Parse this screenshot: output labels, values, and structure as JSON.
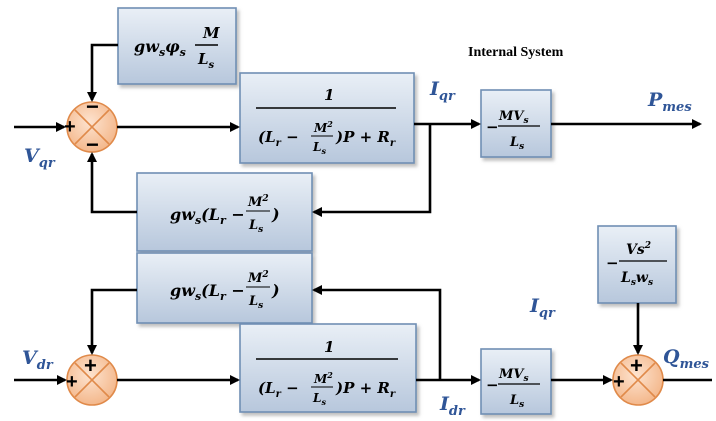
{
  "title": "Internal System",
  "inputs": {
    "vqr": "V",
    "vqr_sub": "qr",
    "vdr": "V",
    "vdr_sub": "dr"
  },
  "signals": {
    "iqr_top": "I",
    "iqr_top_sub": "qr",
    "iqr_mid": "I",
    "iqr_mid_sub": "qr",
    "idr": "I",
    "idr_sub": "dr",
    "pmes": "P",
    "pmes_sub": "mes",
    "qmes": "Q",
    "qmes_sub": "mes"
  },
  "blocks": {
    "gain_top": {
      "prefix": "gw",
      "s1": "s",
      "phi": "φ",
      "s2": "s",
      "num": "M",
      "den": "L",
      "den_sub": "s"
    },
    "cross1": {
      "prefix": "gw",
      "sub": "s",
      "paren": "(L",
      "paren_sub": "r",
      "minus": " −",
      "num": "M",
      "num_sup": "2",
      "den": "L",
      "den_sub": "s",
      "close": ")"
    },
    "cross2": {
      "prefix": "gw",
      "sub": "s",
      "paren": "(L",
      "paren_sub": "r",
      "minus": " −",
      "num": "M",
      "num_sup": "2",
      "den": "L",
      "den_sub": "s",
      "close": ")"
    },
    "tf_top": {
      "num": "1",
      "l": "(L",
      "l_sub": "r",
      "minus": " −",
      "fnum": "M",
      "fnum_sup": "2",
      "fden": "L",
      "fden_sub": "s",
      "tail": ")P + R",
      "tail_sub": "r"
    },
    "tf_bot": {
      "num": "1",
      "l": "(L",
      "l_sub": "r",
      "minus": " −",
      "fnum": "M",
      "fnum_sup": "2",
      "fden": "L",
      "fden_sub": "s",
      "tail": ")P + R",
      "tail_sub": "r"
    },
    "out_p": {
      "sign": "−",
      "num": "MV",
      "num_sub": "s",
      "den": "L",
      "den_sub": "s"
    },
    "out_q": {
      "sign": "−",
      "num": "MV",
      "num_sub": "s",
      "den": "L",
      "den_sub": "s"
    },
    "q_const": {
      "sign": "−",
      "num": "Vs",
      "num_sup": "2",
      "den1": "L",
      "den1_sub": "s",
      "den2": "w",
      "den2_sub": "s"
    }
  },
  "summers": {
    "s1": {
      "plus": "+",
      "minus_top": "−",
      "minus_bottom": "−"
    },
    "s2": {
      "plus_left": "+",
      "plus_top": "+"
    },
    "s3": {
      "plus_left": "+",
      "plus_top": "+"
    }
  },
  "colors": {
    "box_top": "#e9eff6",
    "box_bottom": "#b7c7dc",
    "border": "#6f8fb4",
    "summer_fill": "#f6c49a",
    "summer_stroke": "#e08a4a",
    "signal_text": "#2f5597"
  }
}
